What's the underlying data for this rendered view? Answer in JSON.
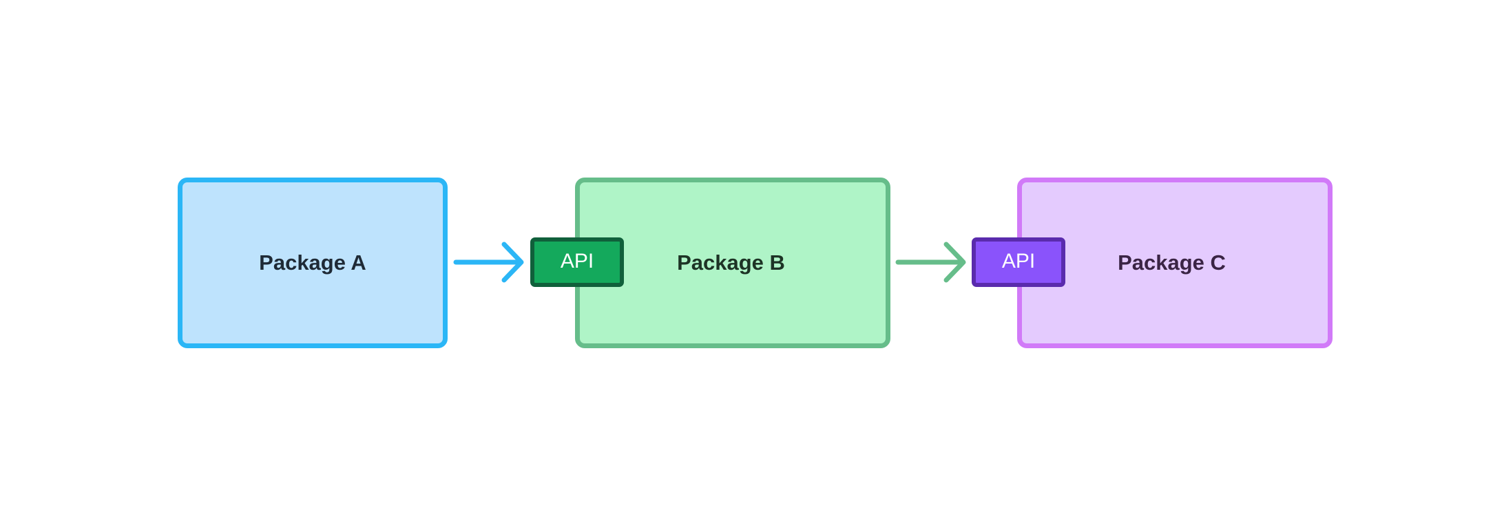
{
  "diagram": {
    "nodes": [
      {
        "id": "a",
        "label": "Package A",
        "fill": "#bee3fd",
        "stroke": "#2bb6f6"
      },
      {
        "id": "b",
        "label": "Package B",
        "fill": "#aff4c7",
        "stroke": "#66bd8a",
        "port": "API"
      },
      {
        "id": "c",
        "label": "Package C",
        "fill": "#e4cbfe",
        "stroke": "#d17af8",
        "port": "API"
      }
    ],
    "ports": {
      "b": {
        "label": "API",
        "fill": "#14a95c",
        "stroke": "#10603b"
      },
      "c": {
        "label": "API",
        "fill": "#8a53fb",
        "stroke": "#5a2bad"
      }
    },
    "edges": [
      {
        "from": "a",
        "to": "b",
        "color": "#2bb6f6"
      },
      {
        "from": "b",
        "to": "c",
        "color": "#66bd8a"
      }
    ]
  }
}
